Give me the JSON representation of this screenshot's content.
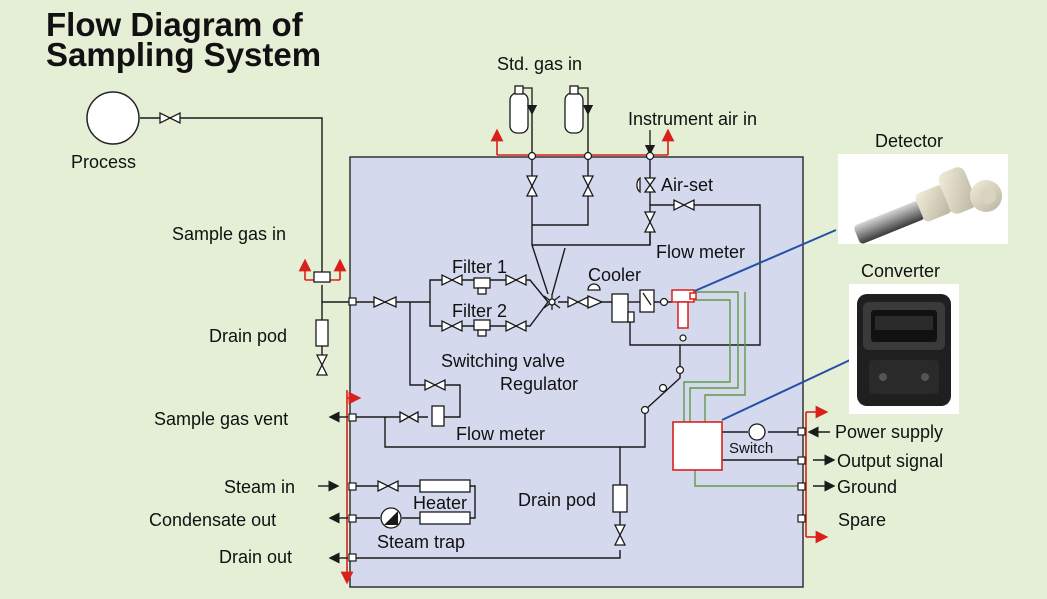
{
  "title_line1": "Flow Diagram of",
  "title_line2": "Sampling System",
  "labels": {
    "process": "Process",
    "std_gas_in": "Std. gas in",
    "instrument_air_in": "Instrument air in",
    "detector": "Detector",
    "converter": "Converter",
    "air_set": "Air-set",
    "flow_meter_top": "Flow meter",
    "sample_gas_in": "Sample gas in",
    "filter1": "Filter 1",
    "filter2": "Filter 2",
    "cooler": "Cooler",
    "drain_pod_left": "Drain pod",
    "switching_valve": "Switching valve",
    "regulator": "Regulator",
    "sample_gas_vent": "Sample gas vent",
    "flow_meter_bottom": "Flow meter",
    "switch": "Switch",
    "power_supply": "Power supply",
    "output_signal": "Output signal",
    "ground": "Ground",
    "spare": "Spare",
    "steam_in": "Steam in",
    "heater": "Heater",
    "condensate_out": "Condensate out",
    "steam_trap": "Steam trap",
    "drain_pod_center": "Drain pod",
    "drain_out": "Drain out"
  },
  "colors": {
    "background": "#e4efd6",
    "enclosure": "#d5d9ee",
    "line": "#1a1a1a",
    "red": "#d9201b",
    "green": "#5f9a46",
    "blue": "#2450a8"
  }
}
